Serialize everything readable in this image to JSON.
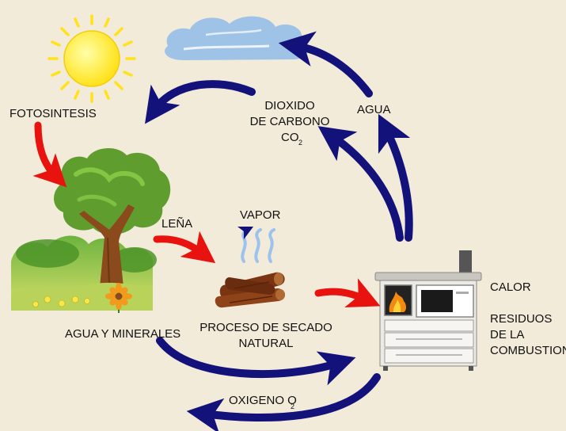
{
  "labels": {
    "fotosintesis": "FOTOSINTESIS",
    "dioxido": [
      "DIOXIDO",
      "DE CARBONO"
    ],
    "co2_main": "CO",
    "co2_sub": "2",
    "agua": "AGUA",
    "lena": "LEÑA",
    "vapor": "VAPOR",
    "calor": "CALOR",
    "residuos": [
      "RESIDUOS",
      "DE LA",
      "COMBUSTION"
    ],
    "agua_minerales": "AGUA Y MINERALES",
    "proceso": [
      "PROCESO DE SECADO",
      "NATURAL"
    ],
    "oxigeno_main": "OXIGENO O",
    "oxigeno_sub": "2"
  },
  "colors": {
    "background": "#f3ebd9",
    "cycle_arrow": "#12127a",
    "transfer_arrow": "#e8130f",
    "sun": "#ffe21a",
    "cloud": "#9fc3e6",
    "vapor": "#9cc2ee",
    "tree_foliage": "#5f9e2e",
    "trunk": "#8a4a1c",
    "wood": "#7a3412",
    "stove": "#eceae4"
  },
  "icons": [
    "sun-icon",
    "cloud-icon",
    "tree-icon",
    "firewood-icon",
    "vapor-icon",
    "stove-icon"
  ]
}
